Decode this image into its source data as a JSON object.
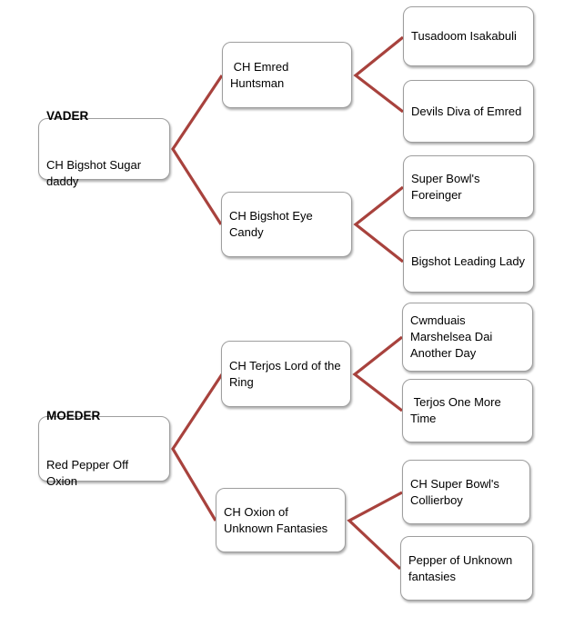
{
  "diagram_title": "pedigree-tree",
  "colors": {
    "connector": "#A8423D",
    "node_border": "#9E9E9E",
    "node_background": "#FFFFFF",
    "text": "#000000"
  },
  "nodes": {
    "vader": {
      "label": "VADER",
      "name": "CH Bigshot Sugar\ndaddy"
    },
    "moeder": {
      "label": "MOEDER",
      "name": "Red Pepper Off\nOxion"
    },
    "emred": {
      "name": " CH Emred\nHuntsman"
    },
    "eyecandy": {
      "name": "CH Bigshot Eye\nCandy"
    },
    "terjos": {
      "name": "CH Terjos Lord of the\nRing"
    },
    "oxion": {
      "name": "CH Oxion of\nUnknown Fantasies"
    },
    "tusadoom": {
      "name": "Tusadoom Isakabuli"
    },
    "devils": {
      "name": "Devils Diva of Emred"
    },
    "superbowl": {
      "name": "Super Bowl's\nForeinger"
    },
    "bigshotlady": {
      "name": "Bigshot Leading Lady"
    },
    "cwmduais": {
      "name": "Cwmduais\nMarshelsea Dai\nAnother Day"
    },
    "terjosone": {
      "name": " Terjos One More\nTime"
    },
    "collierboy": {
      "name": "CH Super Bowl's\nCollierboy"
    },
    "pepper": {
      "name": "Pepper of Unknown\nfantasies"
    }
  },
  "edges": [
    {
      "from": "vader",
      "to": "emred"
    },
    {
      "from": "vader",
      "to": "eyecandy"
    },
    {
      "from": "emred",
      "to": "tusadoom"
    },
    {
      "from": "emred",
      "to": "devils"
    },
    {
      "from": "eyecandy",
      "to": "superbowl"
    },
    {
      "from": "eyecandy",
      "to": "bigshotlady"
    },
    {
      "from": "moeder",
      "to": "terjos"
    },
    {
      "from": "moeder",
      "to": "oxion"
    },
    {
      "from": "terjos",
      "to": "cwmduais"
    },
    {
      "from": "terjos",
      "to": "terjosone"
    },
    {
      "from": "oxion",
      "to": "collierboy"
    },
    {
      "from": "oxion",
      "to": "pepper"
    }
  ]
}
